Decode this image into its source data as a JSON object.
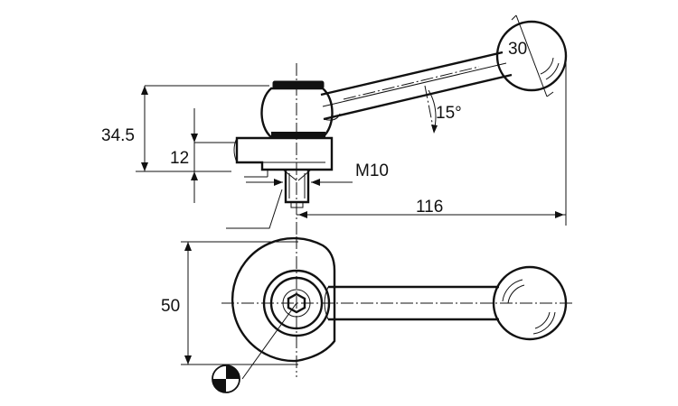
{
  "drawing": {
    "dimensions": {
      "height_overall": "34.5",
      "height_base": "12",
      "thread": "M10",
      "angle": "15°",
      "knob_diameter": "30",
      "length": "116",
      "base_diameter": "50"
    },
    "symbols": {
      "center_of_gravity": "center-of-gravity-icon"
    }
  }
}
